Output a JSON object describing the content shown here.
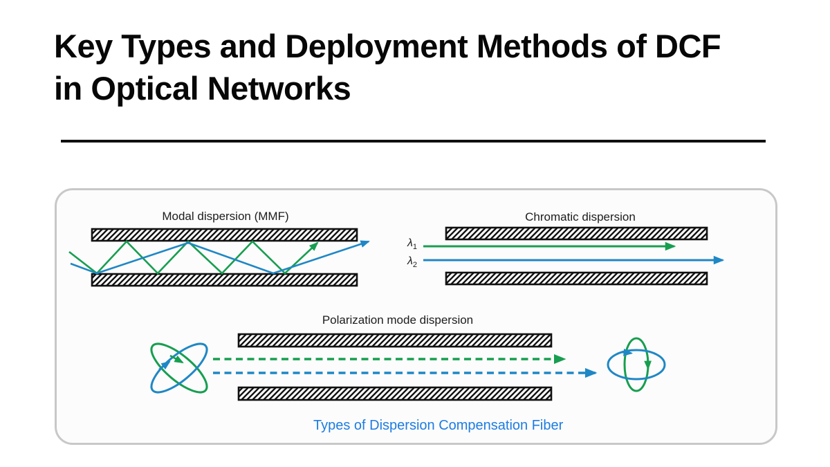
{
  "header": {
    "title_line1": "Key Types and Deployment Methods of DCF",
    "title_line2": "in Optical Networks"
  },
  "diagram": {
    "modal": {
      "title": "Modal dispersion (MMF)"
    },
    "chromatic": {
      "title": "Chromatic dispersion",
      "lambda1": "λ",
      "lambda1_sub": "1",
      "lambda2": "λ",
      "lambda2_sub": "2"
    },
    "polarization": {
      "title": "Polarization mode dispersion"
    },
    "caption": "Types of Dispersion Compensation Fiber",
    "colors": {
      "green": "#179e50",
      "blue": "#1f87c5",
      "caption_blue": "#1d7ce2",
      "bar_outline": "#111111"
    }
  }
}
